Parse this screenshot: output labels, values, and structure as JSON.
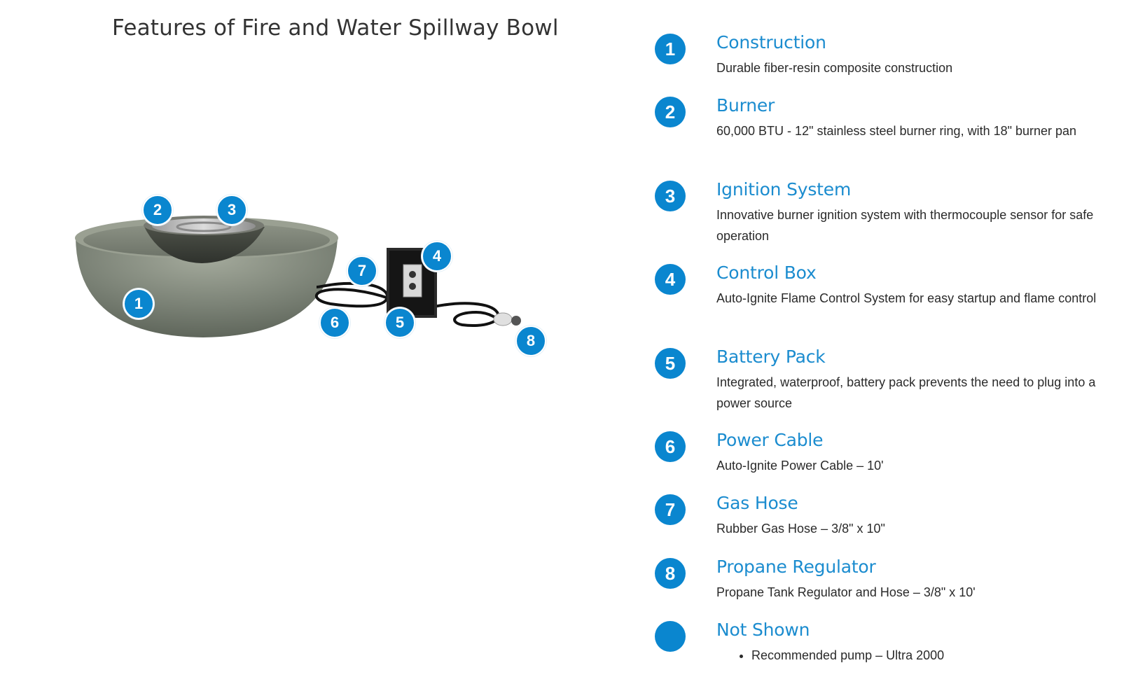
{
  "page": {
    "title": "Features of Fire and Water Spillway Bowl"
  },
  "colors": {
    "accent": "#0a86cf",
    "title_blue": "#1b8ccf",
    "bowl": "#7e8478"
  },
  "image_callouts": [
    "1",
    "2",
    "3",
    "4",
    "5",
    "6",
    "7",
    "8"
  ],
  "features": [
    {
      "num": "1",
      "title": "Construction",
      "desc": "Durable fiber-resin composite construction"
    },
    {
      "num": "2",
      "title": "Burner",
      "desc": "60,000 BTU - 12\" stainless steel burner ring, with 18\" burner pan"
    },
    {
      "num": "3",
      "title": "Ignition System",
      "desc": "Innovative burner ignition system with thermocouple sensor for safe operation"
    },
    {
      "num": "4",
      "title": "Control Box",
      "desc": "Auto-Ignite Flame Control System for easy startup and flame control"
    },
    {
      "num": "5",
      "title": "Battery Pack",
      "desc": "Integrated, waterproof, battery pack prevents the need to plug into a power source"
    },
    {
      "num": "6",
      "title": "Power Cable",
      "desc": "Auto-Ignite Power Cable – 10'"
    },
    {
      "num": "7",
      "title": "Gas Hose",
      "desc": "Rubber Gas Hose – 3/8\" x 10\""
    },
    {
      "num": "8",
      "title": "Propane Regulator",
      "desc": "Propane Tank Regulator and Hose – 3/8\" x 10'"
    }
  ],
  "not_shown": {
    "num": "",
    "title": "Not Shown",
    "items": [
      "Recommended pump – Ultra 2000"
    ]
  }
}
